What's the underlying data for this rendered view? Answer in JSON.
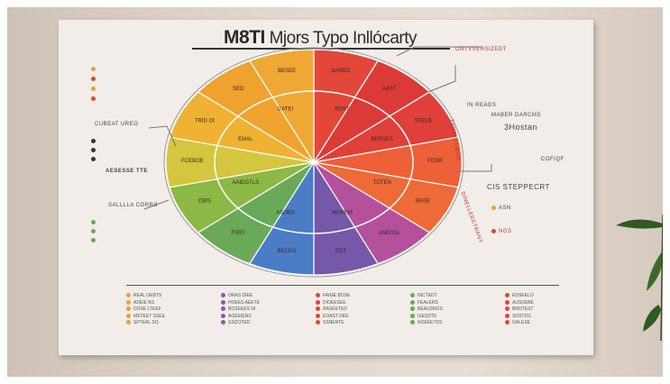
{
  "poster": {
    "title_bold": "M8TI",
    "title_rest": "Mjors Typo Inllócarty",
    "left_labels": [
      "CUBEAT UREO",
      "SALLLLA CORRS",
      "AESESSE TTE"
    ],
    "right_labels": [
      "ONTVVERSIZEDT",
      "IN READS",
      "MABER DARCMS",
      "3Hostan",
      "COFIQF",
      "CIS STEPPECRT",
      "ASN",
      "NGS"
    ],
    "wheel_arc_labels": [
      "FEBELETIBOD",
      "DINELLEECTRANY"
    ]
  },
  "wheel": {
    "segments": [
      {
        "label": "NARED",
        "color": "#e2473a"
      },
      {
        "label": "AAST",
        "color": "#dc3a36"
      },
      {
        "label": "SSELB",
        "color": "#e0403a"
      },
      {
        "label": "FOSR",
        "color": "#ed6038"
      },
      {
        "label": "BASE",
        "color": "#ee6a36"
      },
      {
        "label": "ANEGSL",
        "color": "#b5509c"
      },
      {
        "label": "OST",
        "color": "#7558a8"
      },
      {
        "label": "BECEG",
        "color": "#4a7dc6"
      },
      {
        "label": "FSRT",
        "color": "#6aa958"
      },
      {
        "label": "CBIS",
        "color": "#8cb845"
      },
      {
        "label": "FCEBOE",
        "color": "#d4c63e"
      },
      {
        "label": "TRID OI",
        "color": "#efb233"
      },
      {
        "label": "SED",
        "color": "#f0a22e"
      },
      {
        "label": "BESEE",
        "color": "#f0a835"
      }
    ],
    "inner_labels": [
      "BERT",
      "BERSES",
      "TOTEN",
      "AEWEM",
      "ASOBS",
      "AAIDGTLS",
      "EMAL",
      "CATEI"
    ]
  },
  "legend": {
    "columns": [
      {
        "color": "#e8a23a",
        "items": [
          "REAL OEBTS",
          "ADEIE BS",
          "DOSE LTEEF",
          "MSTEET SSEE",
          "SPTEAL SO"
        ]
      },
      {
        "color": "#8a5aa8",
        "items": [
          "ORAS DIEE",
          "HOEES AEETE",
          "BOSEEES OI",
          "AOEEIENS",
          "SSDOTED"
        ]
      },
      {
        "color": "#d9493a",
        "items": [
          "FAIME BOSE",
          "DIOEESEE",
          "RASEETED",
          "EOAST DEE",
          "SSNENTE"
        ]
      },
      {
        "color": "#6aa958",
        "items": [
          "INCTEDT",
          "FEALERS",
          "BEAUSNOS",
          "ISESDTE",
          "NOEEETDS"
        ]
      },
      {
        "color": "#e0473a",
        "items": [
          "EDSEELO",
          "AUSDEBE",
          "BNOTEST",
          "SOSTDS",
          "OALESE"
        ]
      }
    ]
  }
}
